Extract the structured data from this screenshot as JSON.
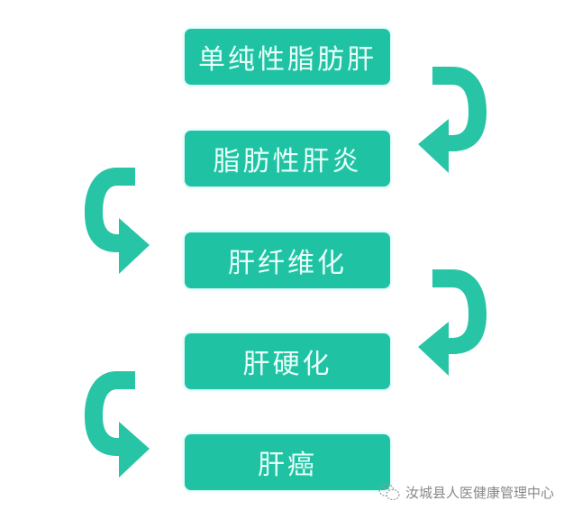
{
  "diagram": {
    "type": "flowchart",
    "direction": "top-to-bottom zigzag",
    "stages": [
      {
        "label": "单纯性脂肪肝"
      },
      {
        "label": "脂肪性肝炎"
      },
      {
        "label": "肝纤维化"
      },
      {
        "label": "肝硬化"
      },
      {
        "label": "肝癌"
      }
    ],
    "arrows": [
      {
        "from": 0,
        "to": 1,
        "side": "right",
        "icon": "curved-arrow-down-left"
      },
      {
        "from": 1,
        "to": 2,
        "side": "left",
        "icon": "curved-arrow-down-right"
      },
      {
        "from": 2,
        "to": 3,
        "side": "right",
        "icon": "curved-arrow-down-left"
      },
      {
        "from": 3,
        "to": 4,
        "side": "left",
        "icon": "curved-arrow-down-right"
      }
    ]
  },
  "colors": {
    "box_fill": "#1fc3a3",
    "box_text": "#e9fffa",
    "arrow": "#27c4a6",
    "background": "#ffffff",
    "watermark_text": "#888888"
  },
  "watermark": {
    "icon": "wechat-icon",
    "text": "汝城县人医健康管理中心"
  }
}
